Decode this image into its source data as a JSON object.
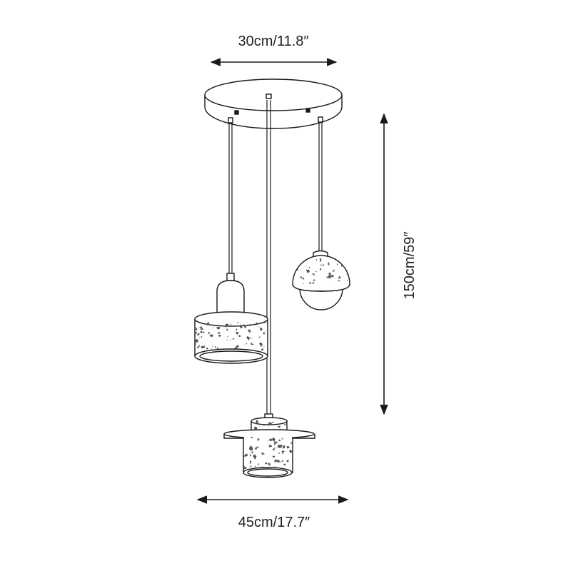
{
  "dimensions": {
    "canopy_width": "30cm/11.8″",
    "overall_width": "45cm/17.7″",
    "overall_height": "150cm/59″"
  },
  "colors": {
    "stroke": "#1a1a1a",
    "fill": "#ffffff",
    "terrazzo_chip": "#555555"
  }
}
